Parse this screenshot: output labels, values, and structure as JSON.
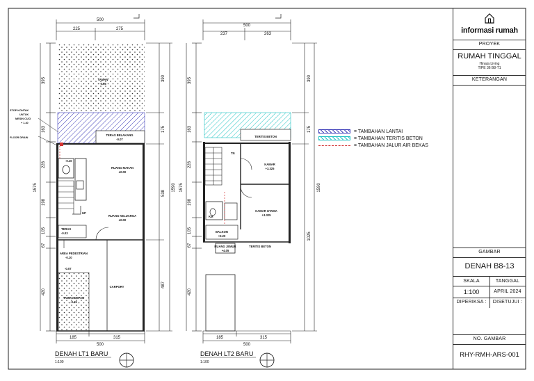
{
  "colors": {
    "floor_hatch": "#3b3bb8",
    "teritis_hatch": "#22c3c3",
    "drain_line": "#d33333",
    "line": "#222222"
  },
  "plan1": {
    "title": "DENAH LT1 BARU",
    "scale": "1:100",
    "dims_top": [
      "500",
      "225",
      "275"
    ],
    "dims_bottom": [
      "185",
      "315",
      "500"
    ],
    "dims_left": [
      "395",
      "163",
      "228",
      "198",
      "105",
      "67",
      "420",
      "1575"
    ],
    "dims_right": [
      "390",
      "175",
      "538",
      "487",
      "1590"
    ],
    "rooms": {
      "taman": "TAMAN",
      "taman_lvl": "-0.05",
      "teras_belakang": "TERAS BELAKANG",
      "teras_belakang_lvl": "-0.07",
      "ruang_makan": "RUANG MAKAN",
      "ruang_makan_lvl": "±0.00",
      "ruang_keluarga": "RUANG KELUARGA",
      "ruang_keluarga_lvl": "±0.00",
      "teras": "TERAS",
      "teras_lvl": "-0.03",
      "area_pedestrian": "AREA PEDESTRIAN",
      "area_pedestrian_lvl": "-0.10",
      "carport": "CARPORT",
      "taman_depan": "TAMAN DEPAN",
      "taman_depan_lvl": "-0.15",
      "lvl_a": "-0.10",
      "lvl_b": "-0.07",
      "up": "UP"
    },
    "notes": {
      "stop": [
        "STOP KONTAK",
        "UNTUK",
        "MESIN CUCI",
        "+ 1.40"
      ],
      "drain": "FLOOR DRAIN"
    }
  },
  "plan2": {
    "title": "DENAH LT2 BARU",
    "scale": "1:100",
    "dims_top": [
      "500",
      "237",
      "263"
    ],
    "dims_bottom": [
      "185",
      "315",
      "500"
    ],
    "dims_left": [
      "395",
      "163",
      "228",
      "198",
      "105",
      "67",
      "420",
      "1575"
    ],
    "dims_right": [
      "390",
      "175",
      "1025",
      "1590"
    ],
    "rooms": {
      "teritis_beton": "TERITIS BETON",
      "kamar": "KAMAR",
      "kamar_lvl": "+3.325",
      "kamar_utama": "KAMAR UTAMA",
      "kamar_utama_lvl": "+3.325",
      "balkon": "BALKON",
      "balkon_lvl": "+3.20",
      "teritis_beton2": "TERITIS BETON",
      "ruang_jemur": "RUANG JEMUR",
      "ruang_jemur_lvl": "+4.05",
      "km": "KM",
      "tn": "TN"
    }
  },
  "legend": [
    "= TAMBAHAN LANTAI",
    "= TAMBAHAN TERITIS BETON",
    "= TAMBAHAN JALUR AIR BEKAS"
  ],
  "titleblock": {
    "brand": "informasi rumah",
    "proyek_label": "PROYEK",
    "project": "RUMAH TINGGAL",
    "sub1": "Hinata Living",
    "sub2": "TIPE 36 B8-T1",
    "keterangan": "KETERANGAN",
    "gambar_label": "GAMBAR",
    "gambar": "DENAH B8-13",
    "skala_label": "SKALA",
    "tanggal_label": "TANGGAL",
    "skala": "1:100",
    "tanggal": "APRIL 2024",
    "diperiksa": "DIPERIKSA :",
    "disetujui": "DISETUJUI :",
    "no_label": "NO. GAMBAR",
    "no": "RHY-RMH-ARS-001"
  }
}
